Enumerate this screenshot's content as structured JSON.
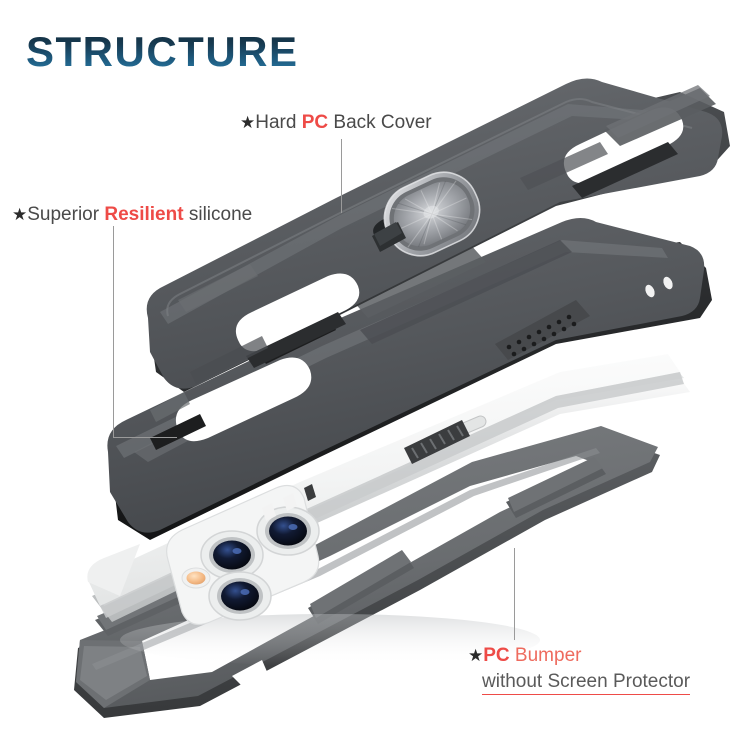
{
  "page": {
    "title": "STRUCTURE",
    "background_color": "#ffffff"
  },
  "colors": {
    "title_gradient_top": "#12293a",
    "title_gradient_bottom": "#2d83ac",
    "highlight_red": "#ee4b47",
    "label_gray": "#4a4a4a",
    "leader_line": "#9a9a9a",
    "case_dark_gray": "#5d6064",
    "case_black_trim": "#232323",
    "ring_metal": "#b9bcc0",
    "phone_white": "#f2f3f3",
    "lens_blue": "#1b2a55"
  },
  "callouts": [
    {
      "id": "back-cover",
      "star": "★",
      "prefix": "Hard ",
      "highlight": "PC",
      "suffix": " Back Cover",
      "leader": "vertical-down"
    },
    {
      "id": "silicone",
      "star": "★",
      "prefix": "Superior ",
      "highlight": "Resilient",
      "suffix": " silicone",
      "leader": "down-then-right"
    },
    {
      "id": "bumper",
      "star": "★",
      "highlight": "PC",
      "suffix": " Bumper",
      "line2": "without Screen Protector",
      "leader": "vertical-down"
    }
  ],
  "parts": [
    {
      "name": "hard-pc-back-cover",
      "material": "Hard PC",
      "color": "#5d6064",
      "features": [
        "metal-ring-holder",
        "camera-cutout",
        "side-rails"
      ]
    },
    {
      "name": "resilient-silicone-layer",
      "material": "Resilient silicone",
      "color": "#55585c",
      "features": [
        "camera-cutout",
        "speaker-grille",
        "button-ridges"
      ]
    },
    {
      "name": "phone-device",
      "material": "Device",
      "color": "#f2f3f3",
      "features": [
        "triple-camera",
        "flash",
        "side-button"
      ]
    },
    {
      "name": "pc-bumper-frame",
      "material": "PC",
      "color": "#6a6d70",
      "features": [
        "open-frame",
        "corner-notches"
      ]
    }
  ],
  "icons": {
    "star": "★"
  }
}
